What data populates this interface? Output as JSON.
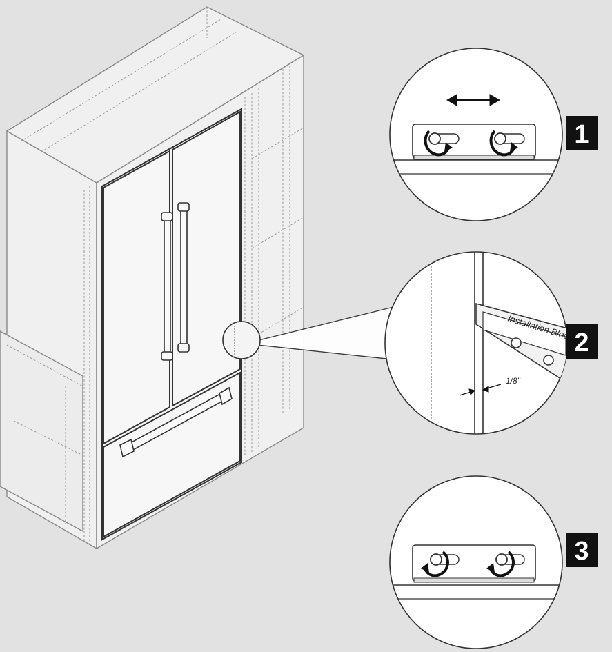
{
  "diagram": {
    "steps": [
      {
        "number": "1",
        "arrow_icon": "double-arrow-icon",
        "rotation_icon": "counterclockwise-arrow-icon"
      },
      {
        "number": "2",
        "block_label": "Installation Block",
        "gap_label": "1/8\""
      },
      {
        "number": "3",
        "rotation_icon": "clockwise-arrow-icon"
      }
    ]
  }
}
